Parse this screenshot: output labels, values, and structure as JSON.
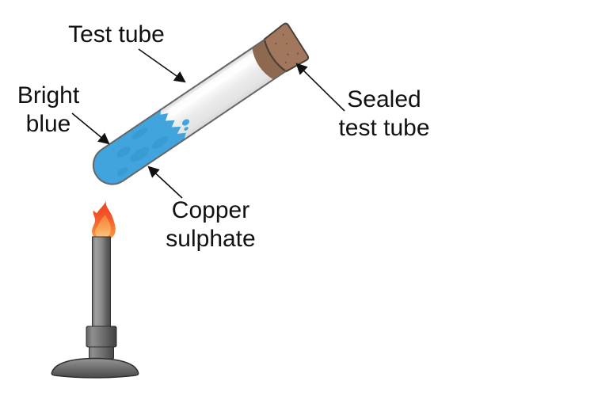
{
  "diagram": {
    "description": "Heating copper sulphate in a sealed test tube over a Bunsen burner",
    "labels": {
      "test_tube": "Test tube",
      "bright_blue": "Bright\nblue",
      "sealed_test_tube": "Sealed\ntest tube",
      "copper_sulphate": "Copper\nsulphate"
    },
    "colors": {
      "copper_sulphate_blue": "#41a4dc",
      "copper_sulphate_blue_dark": "#1f7fb5",
      "cork_brown": "#a3775d",
      "cork_brown_inner": "#8f6850",
      "flame_red": "#ef4123",
      "flame_orange": "#f67f33",
      "flame_pale": "#fdd08d",
      "glass_gray": "#ececec",
      "outline_gray": "#666666",
      "burner_gray": "#6e6e6e",
      "label_text": "#111111",
      "background": "#ffffff"
    }
  }
}
